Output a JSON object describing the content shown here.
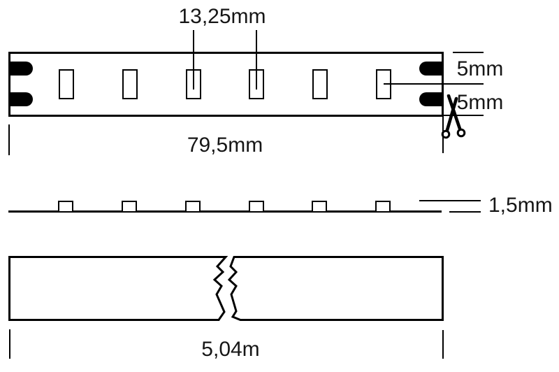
{
  "diagram": {
    "background": "#ffffff",
    "line_color": "#000000",
    "top_view": {
      "led_count": 6,
      "pitch_label": "13,25mm",
      "width_half_top_label": "5mm",
      "width_half_bottom_label": "5mm",
      "segment_length_label": "79,5mm",
      "scissors_icon": "scissors"
    },
    "side_view": {
      "led_count": 6,
      "height_label": "1,5mm"
    },
    "length_view": {
      "total_length_label": "5,04m"
    }
  }
}
